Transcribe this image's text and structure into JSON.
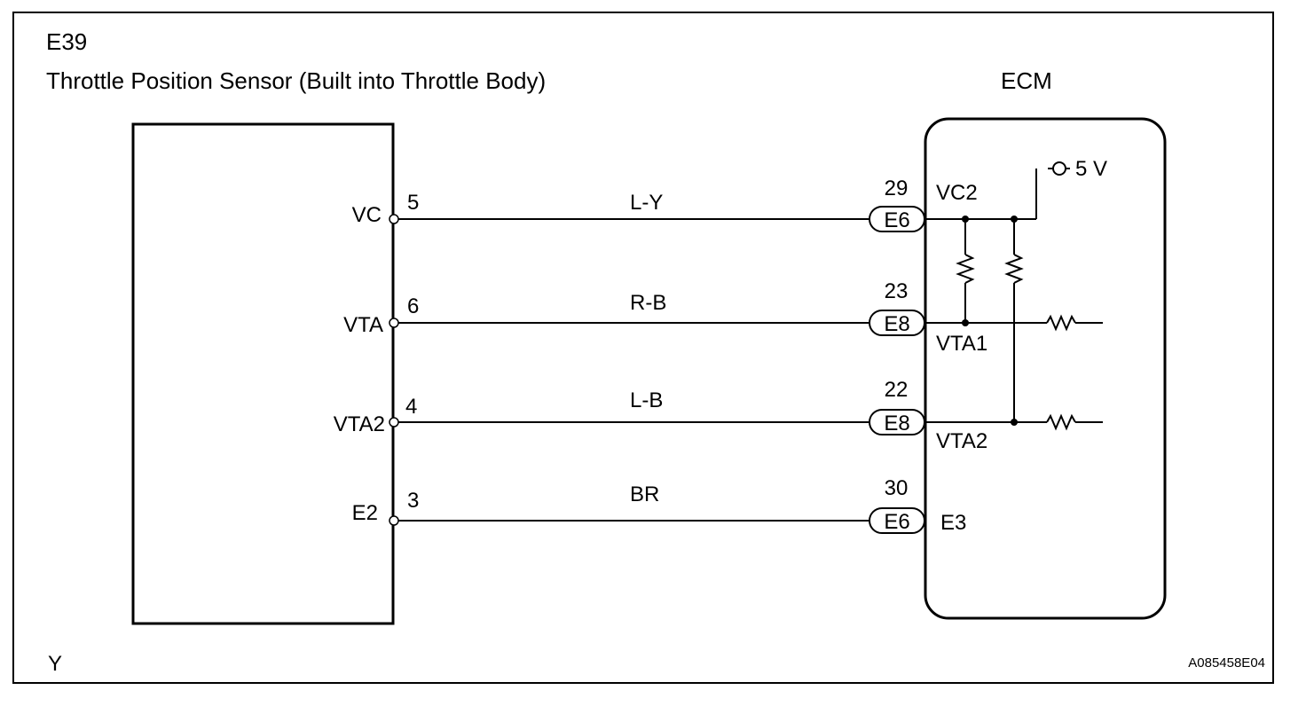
{
  "connector_code": "E39",
  "sensor_title": "Throttle Position Sensor (Built into Throttle Body)",
  "ecm_title": "ECM",
  "supply_label": "5 V",
  "footer_left": "Y",
  "figure_id": "A085458E04",
  "wires": [
    {
      "sensor_terminal": "VC",
      "sensor_pin": "5",
      "color": "L-Y",
      "ecm_pin": "29",
      "ecm_connector": "E6",
      "ecm_terminal": "VC2"
    },
    {
      "sensor_terminal": "VTA",
      "sensor_pin": "6",
      "color": "R-B",
      "ecm_pin": "23",
      "ecm_connector": "E8",
      "ecm_terminal": "VTA1"
    },
    {
      "sensor_terminal": "VTA2",
      "sensor_pin": "4",
      "color": "L-B",
      "ecm_pin": "22",
      "ecm_connector": "E8",
      "ecm_terminal": "VTA2"
    },
    {
      "sensor_terminal": "E2",
      "sensor_pin": "3",
      "color": "BR",
      "ecm_pin": "30",
      "ecm_connector": "E6",
      "ecm_terminal": "E3"
    }
  ]
}
